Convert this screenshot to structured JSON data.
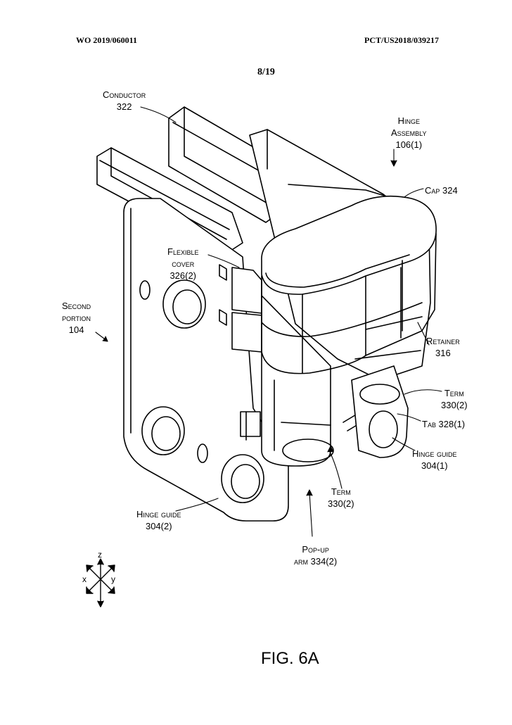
{
  "header": {
    "publication_number": "WO 2019/060011",
    "application_number": "PCT/US2018/039217",
    "sheet": "8/19"
  },
  "labels": {
    "conductor": {
      "name": "Conductor",
      "ref": "322"
    },
    "hinge_assembly": {
      "line1": "Hinge",
      "line2": "Assembly",
      "ref": "106(1)"
    },
    "cap": {
      "text": "Cap 324"
    },
    "flexible_cover": {
      "line1": "Flexible",
      "line2": "cover",
      "ref": "326(2)"
    },
    "second_portion": {
      "line1": "Second",
      "line2": "portion",
      "ref": "104"
    },
    "retainer": {
      "name": "Retainer",
      "ref": "316"
    },
    "term_1": {
      "name": "Term",
      "ref": "330(2)"
    },
    "tab": {
      "text": "Tab 328(1)"
    },
    "hinge_guide_1": {
      "name": "Hinge guide",
      "ref": "304(1)"
    },
    "term_2": {
      "name": "Term",
      "ref": "330(2)"
    },
    "hinge_guide_2": {
      "name": "Hinge guide",
      "ref": "304(2)"
    },
    "popup_arm": {
      "line1": "Pop-up",
      "line2": "arm 334(2)"
    }
  },
  "axes": {
    "z": "z",
    "x": "x",
    "y": "y"
  },
  "figure_label": "FIG. 6A"
}
